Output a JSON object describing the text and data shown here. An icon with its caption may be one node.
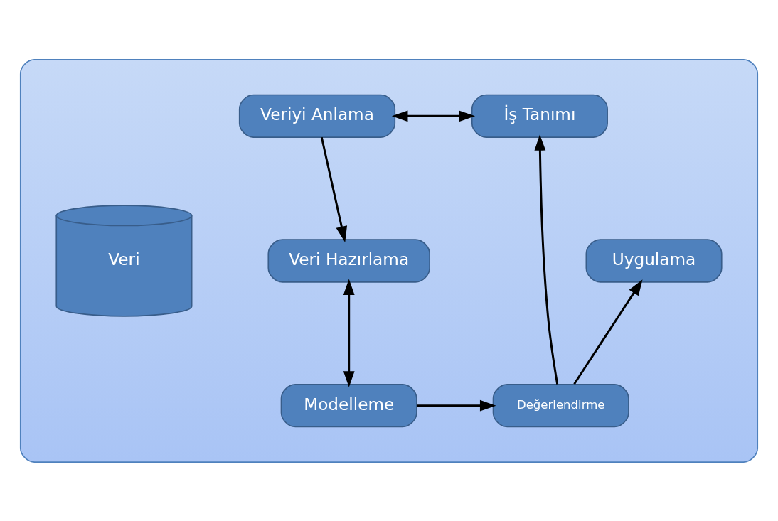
{
  "diagram": {
    "nodes": [
      {
        "text": [],
        "shape": "ellipse"
      },
      {
        "text": [
          "İş Tanımı"
        ],
        "in": 0
      },
      {
        "text": [
          "Veriyi Anlama"
        ],
        "in": 0
      },
      {
        "text": [
          "Veri Hazırlama"
        ],
        "in": 0
      },
      {
        "text": [
          "Modelleme"
        ],
        "in": 0
      },
      {
        "text": [
          "Değerlendirme"
        ],
        "in": 0
      },
      {
        "text": [
          "Uygulama"
        ],
        "in": 0
      },
      {
        "text": [
          "Veri"
        ],
        "in": 0
      }
    ],
    "edges": [
      {
        "from": 1,
        "to": 2,
        "arrow": "both"
      },
      {
        "from": 2,
        "to": 3,
        "arrow": "to"
      },
      {
        "from": 3,
        "to": 4,
        "arrow": "both"
      },
      {
        "from": 4,
        "to": 5,
        "arrow": "to"
      },
      {
        "from": 5,
        "to": 1,
        "arrow": "to"
      },
      {
        "from": 5,
        "to": 6,
        "arrow": "to"
      }
    ]
  }
}
